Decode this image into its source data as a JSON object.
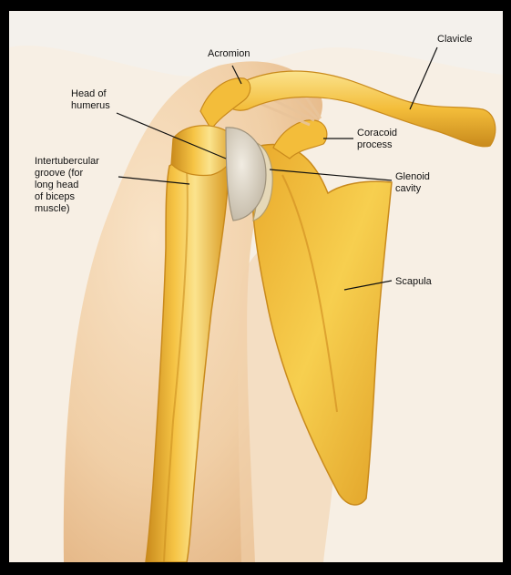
{
  "labels": {
    "acromion": "Acromion",
    "clavicle": "Clavicle",
    "head_of_humerus": [
      "Head of",
      "humerus"
    ],
    "coracoid_process": [
      "Coracoid",
      "process"
    ],
    "intertubercular_groove": [
      "Intertubercular",
      "groove (for",
      "long head",
      "of biceps",
      "muscle)"
    ],
    "glenoid_cavity": [
      "Glenoid",
      "cavity"
    ],
    "scapula": "Scapula"
  },
  "colors": {
    "frame": "#000000",
    "background": "#f4f1ec",
    "skin": "#f0cda3",
    "bone": "#f2b733",
    "bone_shadow": "#c98a1c",
    "bone_highlight": "#fbe38d",
    "cartilage": "#d9d2c4",
    "ligament": "#e9c49a",
    "leader_line": "#111111"
  }
}
